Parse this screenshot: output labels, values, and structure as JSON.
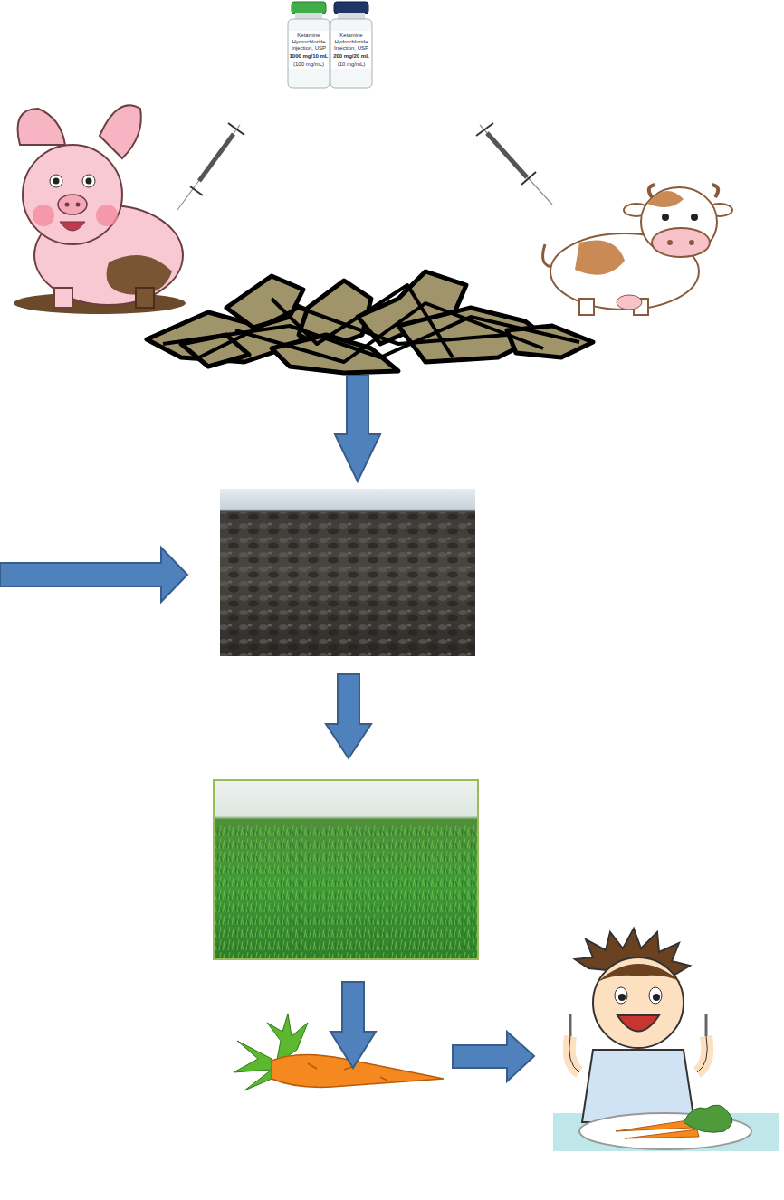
{
  "diagram": {
    "labels": [
      "Ketamine Hydrochloride Injection, USP",
      "1000 mg/10 mL",
      "(100 mg/mL)",
      "Ketamine Hydrochloride Injection, USP",
      "200 mg/20 mL",
      "(10 mg/mL)"
    ]
  }
}
